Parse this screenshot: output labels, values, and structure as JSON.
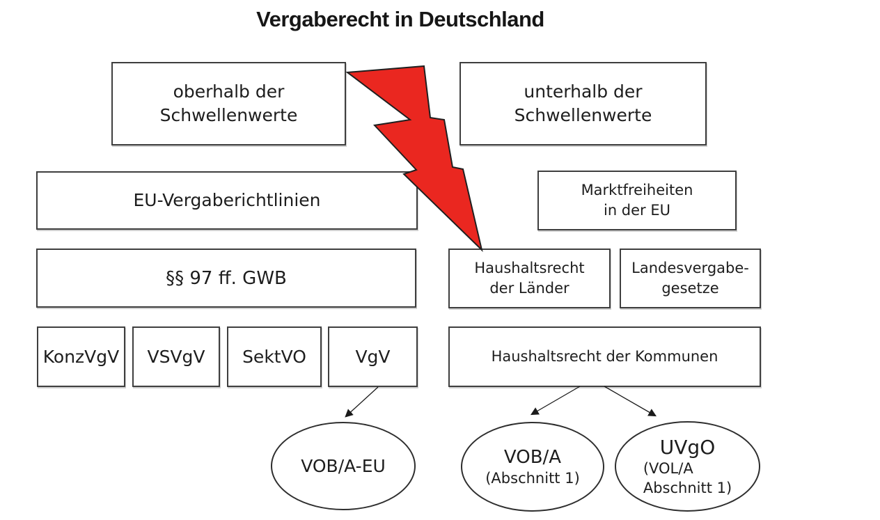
{
  "title": "Vergaberecht in Deutschland",
  "colors": {
    "bolt_fill": "#EA2720",
    "box_border": "#3e3e3e",
    "ellipse_border": "#2e2e2e",
    "text": "#1d1d1d",
    "background": "#ffffff"
  },
  "boxes": {
    "oberhalb": "oberhalb der\nSchwellenwerte",
    "unterhalb": "unterhalb der\nSchwellenwerte",
    "eu_richtlinien": "EU-Vergaberichtlinien",
    "marktfreiheiten": "Marktfreiheiten\nin der EU",
    "gwb": "§§ 97 ff. GWB",
    "haushaltsrecht_laender": "Haushaltsrecht\nder Länder",
    "landesvergabegesetze": "Landesvergabe-\ngesetze",
    "konzvgv": "KonzVgV",
    "vsvgv": "VSVgV",
    "sektvo": "SektVO",
    "vgv": "VgV",
    "haushaltsrecht_kommunen": "Haushaltsrecht der Kommunen"
  },
  "ellipses": {
    "vob_a_eu": "VOB/A-EU",
    "vob_a_title": "VOB/A",
    "vob_a_sub": "(Abschnitt 1)",
    "uvgo_title": "UVgO",
    "uvgo_sub": "(VOL/A\nAbschnitt 1)"
  }
}
